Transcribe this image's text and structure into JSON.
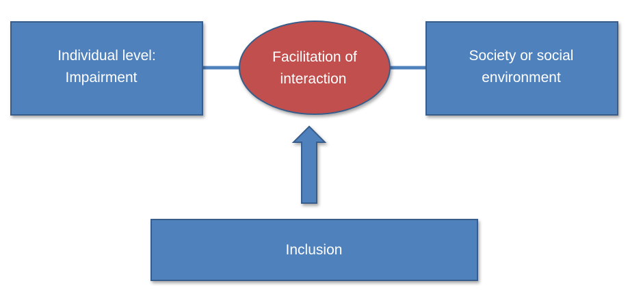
{
  "diagram": {
    "left_box": {
      "line1": "Individual level:",
      "line2": "Impairment"
    },
    "center_ellipse": {
      "line1": "Facilitation of",
      "line2": "interaction"
    },
    "right_box": {
      "line1": "Society or social",
      "line2": "environment"
    },
    "bottom_box": {
      "label": "Inclusion"
    }
  },
  "colors": {
    "box_fill": "#4f81bd",
    "box_stroke": "#385d8a",
    "ellipse_fill": "#c0504d",
    "ellipse_stroke": "#385d8a",
    "text": "#ffffff"
  }
}
